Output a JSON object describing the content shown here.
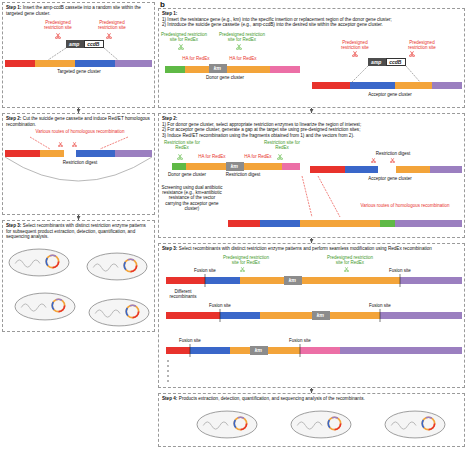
{
  "diagram": {
    "nodes": [
      {
        "text": [
          "Step 1:",
          "Insert the amp-ccdB cassette into a random site within the targeted gene cluster."
        ]
      },
      {
        "text": [
          "amp"
        ],
        "in": 0
      },
      {
        "text": [
          "ccdB"
        ],
        "in": 0
      },
      {
        "text": [
          "Step 2:",
          "Cut the suicide gene cassette and induce Red/ET homologous recombination."
        ]
      },
      {
        "text": [
          "Step 3:",
          "Select recombinants with distinct restriction enzyme patterns for subsequent product extraction, detection, quantification, and sequencing analysis."
        ]
      },
      {
        "text": [
          "Step 1:",
          "1) Insert the resistance gene (e.g., km) into the specific insertion or replacement region of the donor gene cluster;",
          "2) Introduce the suicide gene cassette (e.g., amp-ccdB) into the desired site within the acceptor gene cluster."
        ]
      },
      {
        "text": [
          "km"
        ],
        "in": 5
      },
      {
        "text": [
          "amp"
        ],
        "in": 5
      },
      {
        "text": [
          "ccdB"
        ],
        "in": 5
      },
      {
        "text": [
          "Step 2:",
          "1) For donor gene cluster, select appropriate restriction enzymes to linearize the region of interest;",
          "2) For acceptor gene cluster, generate a gap at the target site using pre-designed restriction sites;",
          "3) Induce Red/ET recombination using the fragments obtained from 1) and the vectors from 2)."
        ]
      },
      {
        "text": [
          "km"
        ],
        "in": 9
      },
      {
        "text": [
          "Step 3:",
          "Select recombinants with distinct restriction enzyme patterns and perform seamless modification using RedEx recombination"
        ]
      },
      {
        "text": [
          "km"
        ],
        "in": 11
      },
      {
        "text": [
          "km"
        ],
        "in": 11
      },
      {
        "text": [
          "km"
        ],
        "in": 11
      },
      {
        "text": [
          "Step 4:",
          "Products extraction, detection, quantification, and sequencing analysis of the recombinants."
        ]
      }
    ],
    "edges": [
      {
        "from": 0,
        "to": 3,
        "arrow": "to"
      },
      {
        "from": 3,
        "to": 4,
        "arrow": "to"
      },
      {
        "from": 5,
        "to": 9,
        "arrow": "to"
      },
      {
        "from": 9,
        "to": 11,
        "arrow": "to"
      },
      {
        "from": 11,
        "to": 15,
        "arrow": "to"
      }
    ],
    "labels": [
      "b",
      "Predesigned restriction site",
      "Predesigned restriction site",
      "Targeted gene cluster",
      "Various routes of homologous recombination",
      "Restriction digest",
      "Predesigned restriction site for RedEx",
      "Predesigned restriction site for RedEx",
      "HA for RedEx",
      "HA for RedEx",
      "Donor gene cluster",
      "Predesigned restriction site",
      "Predesigned restriction site",
      "Acceptor gene cluster",
      "Restriction site for RedEx",
      "Restriction site for RedEx",
      "HA for RedEx",
      "HA for RedEx",
      "Donor gene cluster",
      "Restriction digest",
      "Restriction digest",
      "Acceptor gene cluster",
      "Screening using dual antibiotic resistance (e.g., km+antibiotic resistance of the vector carrying the acceptor gene cluster)",
      "Various routes of homologous recombination",
      "Predesigned restriction site for RedEx",
      "Predesigned restriction site for RedEx",
      "Fusion site",
      "Fusion site",
      "Different recombinants",
      "Fusion site",
      "Fusion site",
      "Fusion site",
      "Fusion site"
    ]
  }
}
